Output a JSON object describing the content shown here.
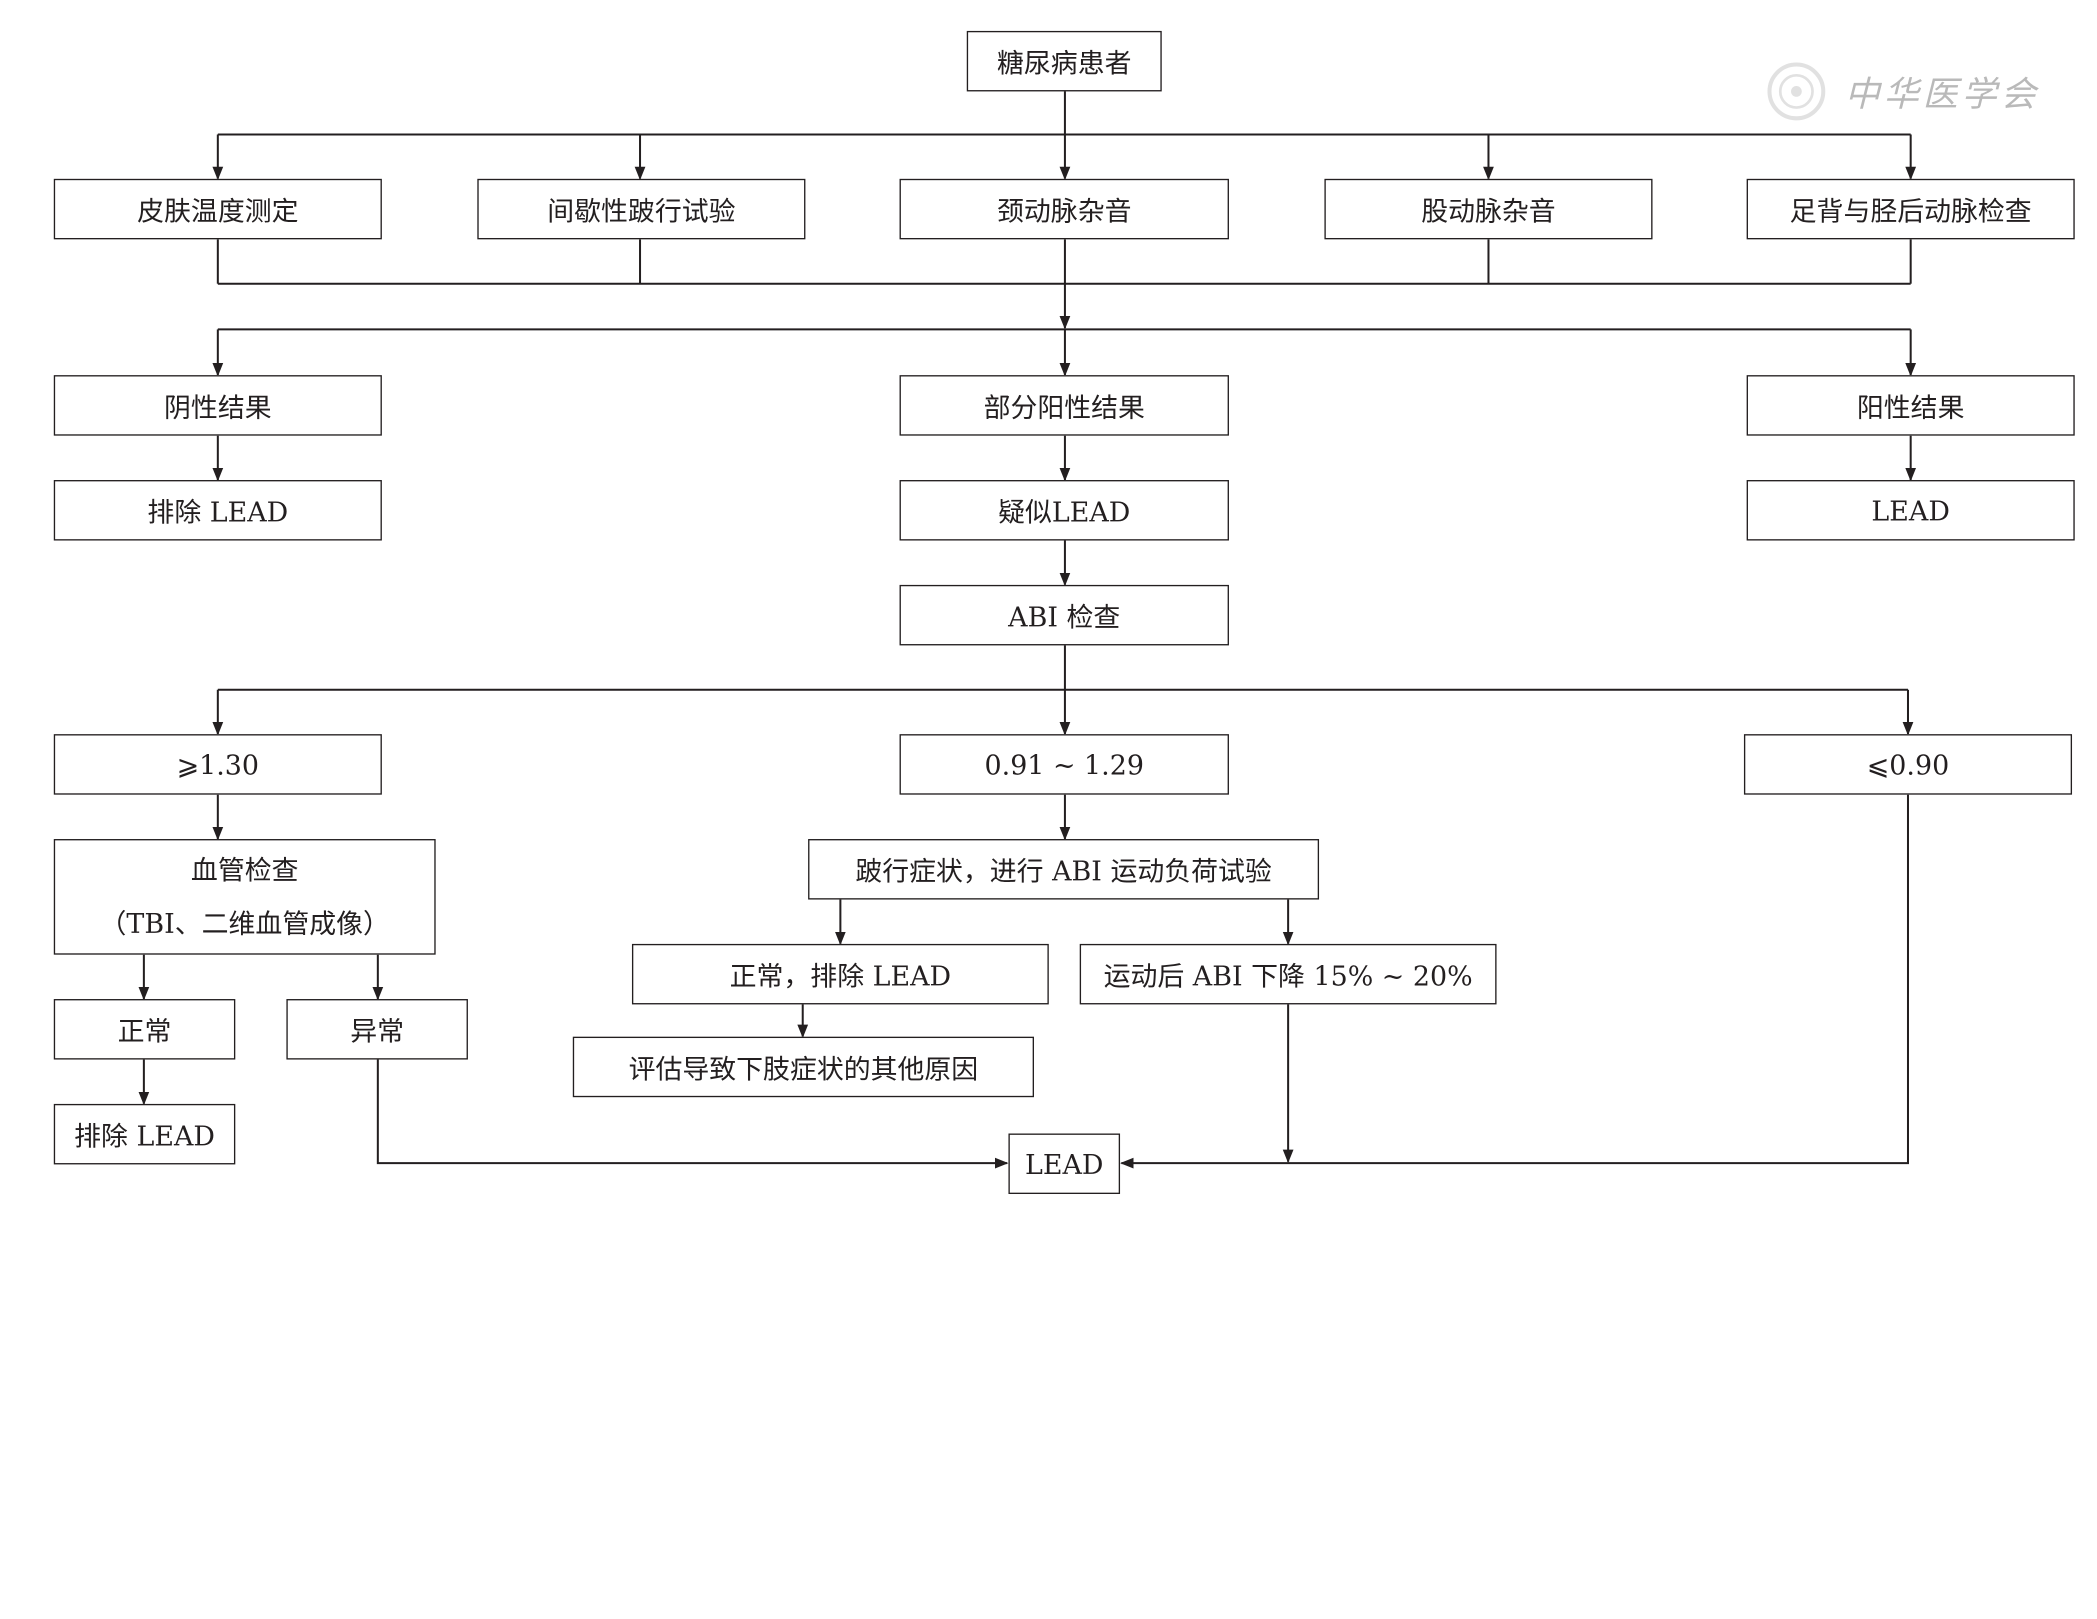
{
  "nodes": {
    "root": "糖尿病患者",
    "skin_temp": "皮肤温度测定",
    "claudication_test": "间歇性跛行试验",
    "carotid_bruit": "颈动脉杂音",
    "femoral_bruit": "股动脉杂音",
    "foot_artery": "足背与胫后动脉检查",
    "negative": "阴性结果",
    "partial_positive": "部分阳性结果",
    "positive": "阳性结果",
    "exclude_lead_1": "排除 LEAD",
    "suspect_lead": "疑似LEAD",
    "lead_1": "LEAD",
    "abi_check": "ABI 检查",
    "abi_high": "⩾1.30",
    "abi_mid": "0.91 ~ 1.29",
    "abi_low": "⩽0.90",
    "vascular_check_1": "血管检查",
    "vascular_check_2": "（TBI、二维血管成像）",
    "claudication_abi_exercise": "跛行症状，进行 ABI 运动负荷试验",
    "normal": "正常",
    "abnormal": "异常",
    "normal_exclude": "正常，排除 LEAD",
    "abi_drop": "运动后 ABI 下降 15% ~ 20%",
    "evaluate_other": "评估导致下肢症状的其他原因",
    "exclude_lead_2": "排除 LEAD",
    "lead_final": "LEAD"
  },
  "watermark": "中华医学会"
}
